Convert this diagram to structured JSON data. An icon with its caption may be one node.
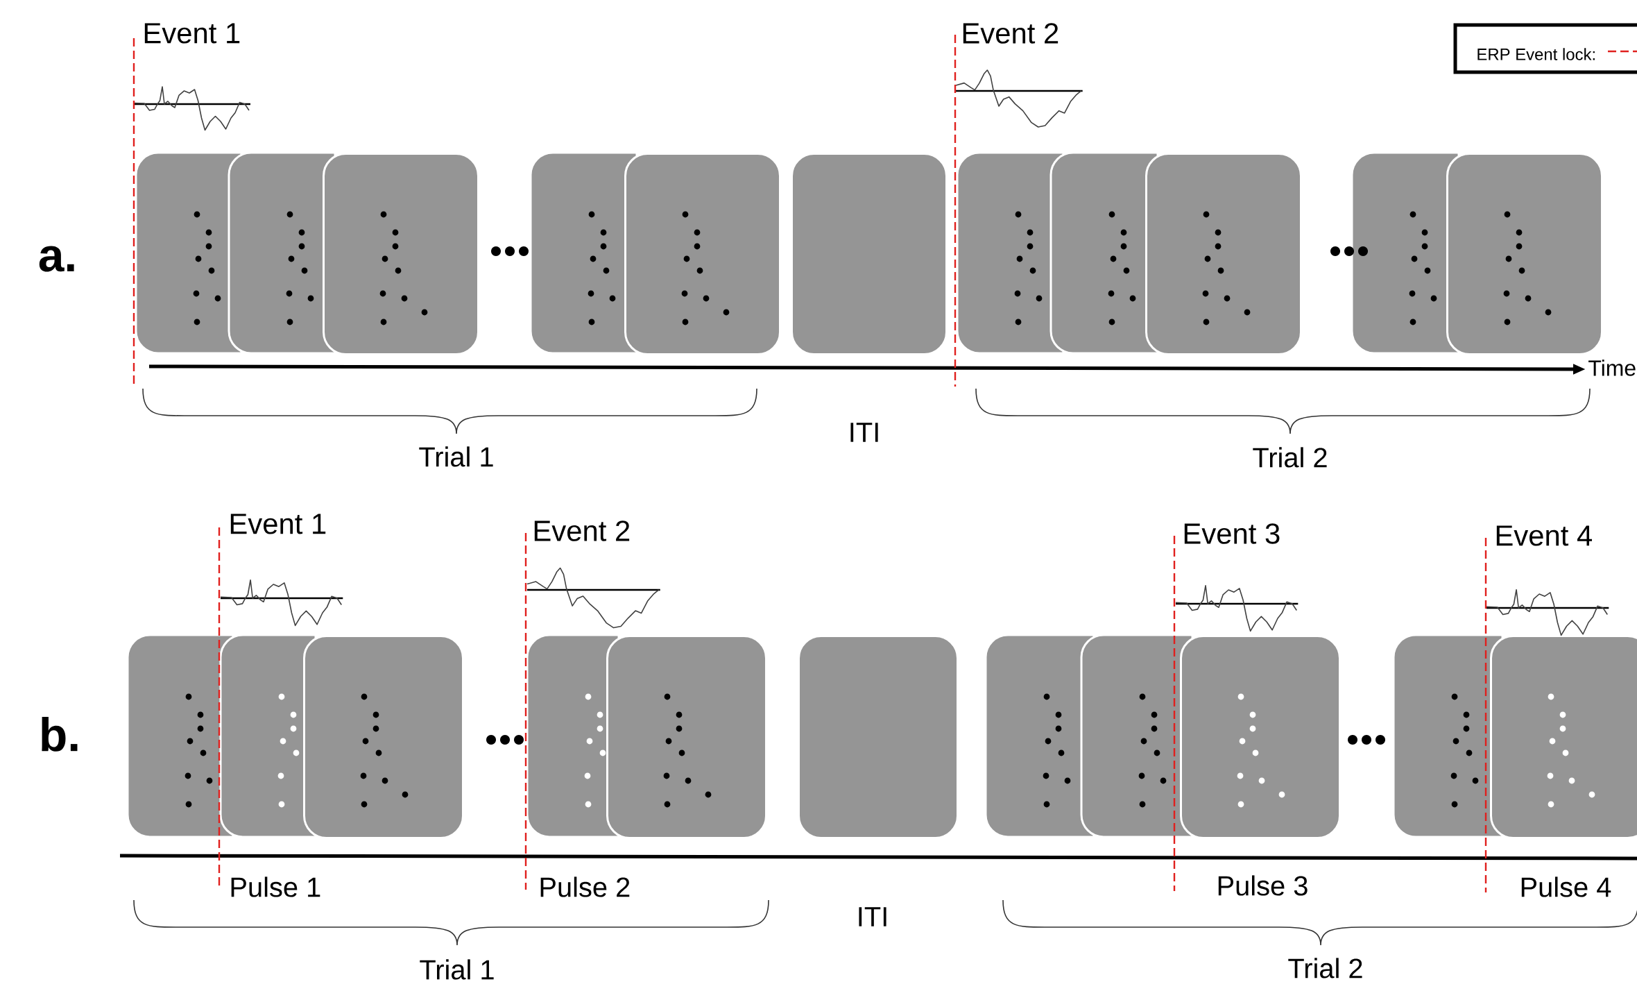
{
  "diagram": {
    "nodes": [
      {
        "text": [],
        "shape": "box"
      },
      {
        "text": [],
        "shape": "box"
      },
      {
        "text": [],
        "shape": "box"
      },
      {
        "text": [],
        "shape": "box"
      },
      {
        "text": [],
        "shape": "box"
      },
      {
        "text": [],
        "shape": "box"
      },
      {
        "text": [],
        "shape": "box"
      },
      {
        "text": [],
        "shape": "box"
      },
      {
        "text": [],
        "shape": "box"
      },
      {
        "text": [],
        "shape": "box"
      },
      {
        "text": [],
        "shape": "box"
      },
      {
        "text": [],
        "shape": "box"
      },
      {
        "text": [],
        "shape": "box"
      },
      {
        "text": [],
        "shape": "box"
      },
      {
        "text": [],
        "shape": "box"
      },
      {
        "text": [],
        "shape": "box"
      },
      {
        "text": [],
        "shape": "box"
      },
      {
        "text": [],
        "shape": "box"
      },
      {
        "text": [],
        "shape": "box"
      },
      {
        "text": [],
        "shape": "box"
      },
      {
        "text": [],
        "shape": "box"
      },
      {
        "text": [],
        "shape": "box"
      }
    ],
    "labels": [
      "Event 1",
      "Event 2",
      "a.",
      "Time",
      "ITI",
      "Trial 1",
      "Trial 2",
      "Event 1",
      "Event 2",
      "Event 3",
      "Event 4",
      "b.",
      "Pulse 1",
      "Pulse 2",
      "Pulse 3",
      "Pulse 4",
      "ITI",
      "Trial 1",
      "Trial 2"
    ],
    "legend": [
      {
        "text": "ERP Event lock:"
      }
    ]
  }
}
